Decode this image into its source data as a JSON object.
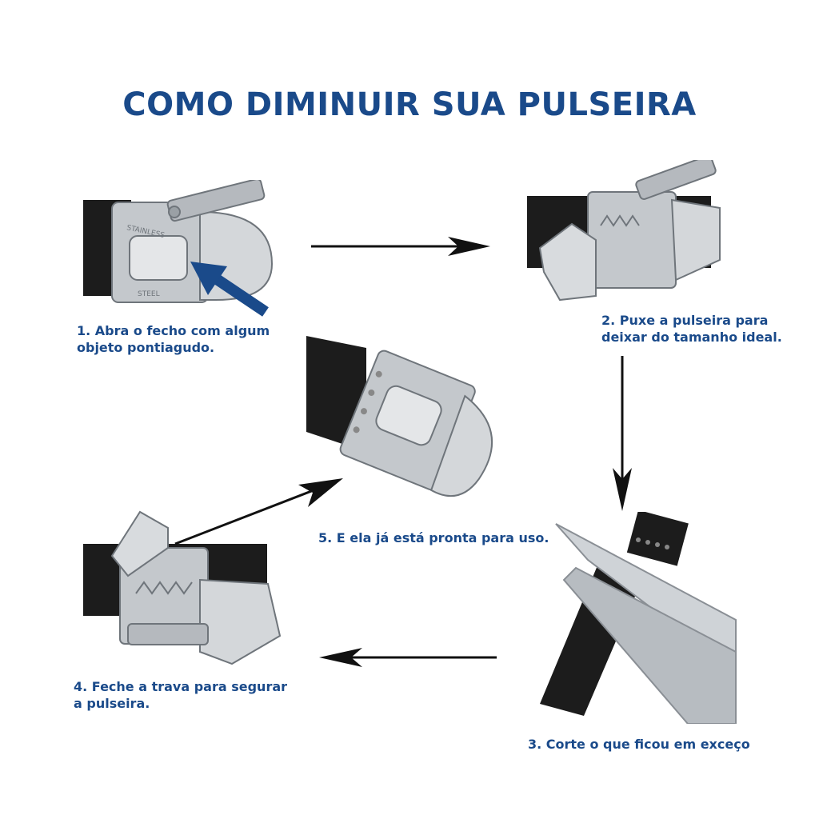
{
  "title": "COMO DIMINUIR SUA PULSEIRA",
  "steps": [
    {
      "caption_lines": [
        "1. Abra o fecho com algum",
        "objeto pontiagudo."
      ]
    },
    {
      "caption_lines": [
        "2. Puxe a pulseira para",
        "deixar do tamanho ideal."
      ]
    },
    {
      "caption_lines": [
        "3. Corte o que ficou em exceço"
      ]
    },
    {
      "caption_lines": [
        "4. Feche a trava para segurar",
        "a pulseira."
      ]
    },
    {
      "caption_lines": [
        "5. E ela já está pronta para uso."
      ]
    }
  ],
  "clasp_text": {
    "top": "STAINLESS",
    "bottom": "STEEL"
  },
  "colors": {
    "brand_blue": "#1a4a8a",
    "strap": "#1c1c1c",
    "steel": "#bfc3c8",
    "steel_dark": "#8a8f95"
  }
}
